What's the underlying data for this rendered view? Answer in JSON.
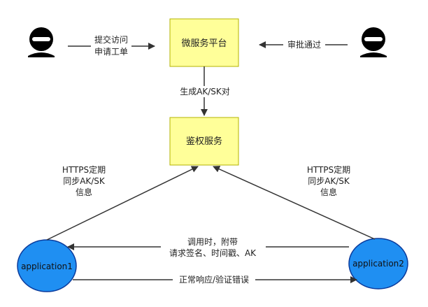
{
  "nodes": {
    "platform": {
      "label": "微服务平台"
    },
    "auth": {
      "label": "鉴权服务"
    },
    "app1": {
      "label": "application1"
    },
    "app2": {
      "label": "application2"
    }
  },
  "edges": {
    "user_to_platform": {
      "line1": "提交访问",
      "line2": "申请工单"
    },
    "admin_to_platform": {
      "line1": "审批通过"
    },
    "platform_to_auth": {
      "line1": "生成AK/SK对"
    },
    "app1_to_auth": {
      "line1": "HTTPS定期",
      "line2": "同步AK/SK",
      "line3": "信息"
    },
    "app2_to_auth": {
      "line1": "HTTPS定期",
      "line2": "同步AK/SK",
      "line3": "信息"
    },
    "app2_to_app1": {
      "line1": "调用时，附带",
      "line2": "请求签名、时间戳、AK"
    },
    "app1_to_app2": {
      "line1": "正常响应/验证错误"
    }
  },
  "colors": {
    "box_fill": "#ffff99",
    "box_stroke": "#b3b300",
    "ellipse_fill": "#1f8ff2",
    "ellipse_stroke": "#0b3b9c",
    "line": "#333333"
  },
  "icons": {
    "left_actor": "user-icon",
    "right_actor": "user-icon"
  }
}
